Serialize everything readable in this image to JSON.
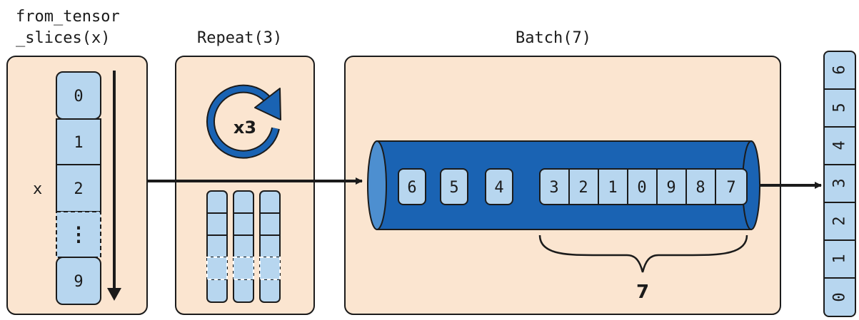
{
  "titles": {
    "from_line1": "from_tensor",
    "from_line2": "_slices(x)",
    "repeat": "Repeat(3)",
    "batch": "Batch(7)"
  },
  "x_label": "x",
  "x_cells": [
    "0",
    "1",
    "2",
    "⋮",
    "9"
  ],
  "repeat_label": "x3",
  "pipe_singles": [
    "6",
    "5",
    "4"
  ],
  "pipe_batch": [
    "3",
    "2",
    "1",
    "0",
    "9",
    "8",
    "7"
  ],
  "brace_label": "7",
  "output_cells": [
    "6",
    "5",
    "4",
    "3",
    "2",
    "1",
    "0"
  ],
  "colors": {
    "panel_fill": "#fbe5d0",
    "cell_fill": "#b7d6ef",
    "pipe_blue": "#1a63b3",
    "stroke": "#1b1b1b"
  }
}
